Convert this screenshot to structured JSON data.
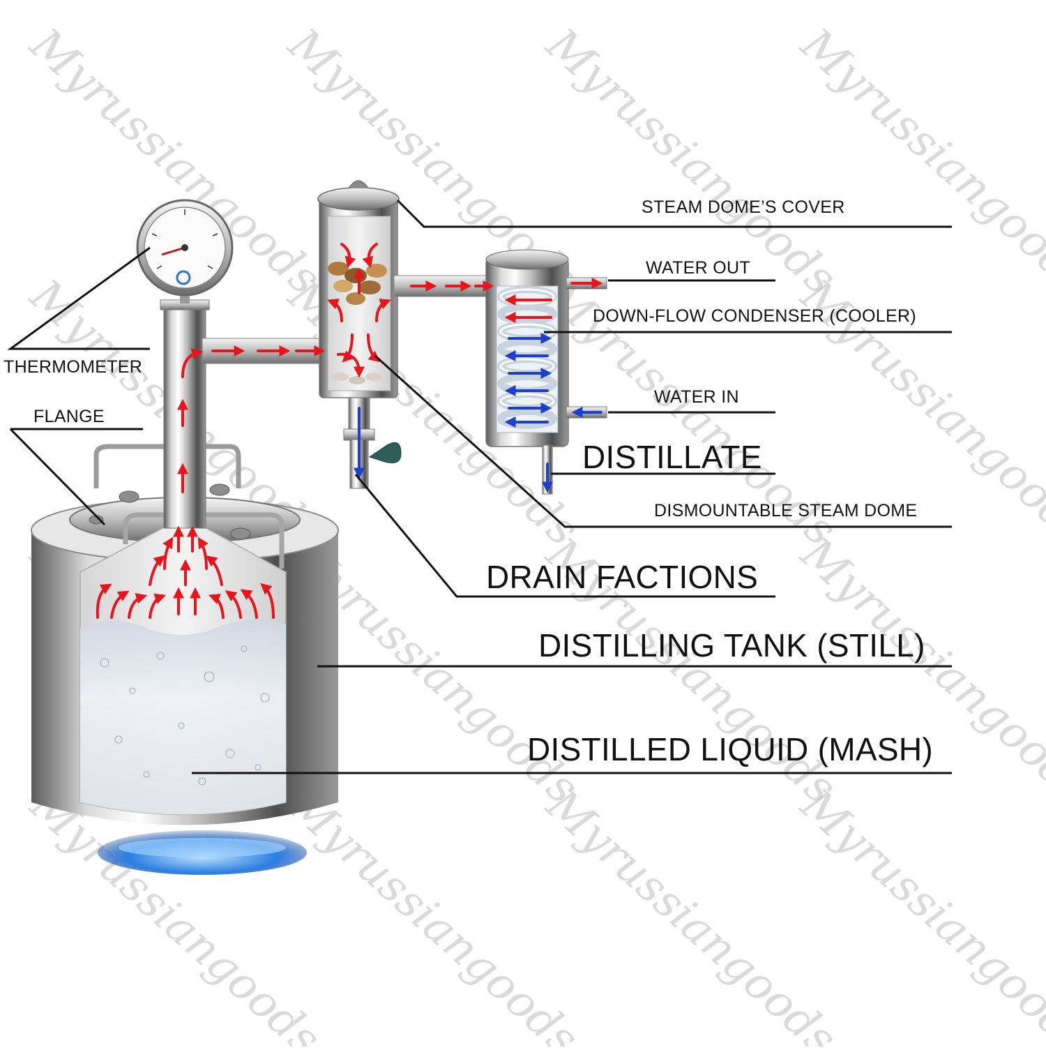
{
  "labels": {
    "steam_dome_cover": "STEAM DOME’S COVER",
    "water_out": "WATER OUT",
    "condenser": "DOWN-FLOW CONDENSER (COOLER)",
    "water_in": "WATER IN",
    "distillate": "DISTILLATE",
    "dismountable_dome": "DISMOUNTABLE STEAM DOME",
    "drain_factions": "DRAIN FACTIONS",
    "distilling_tank": "DISTILLING TANK (STILL)",
    "distilled_liquid": "DISTILLED LIQUID (MASH)",
    "thermometer": "THERMOMETER",
    "flange": "FLANGE"
  },
  "watermark": "Myrussiangoods",
  "colors": {
    "steel_light": "#f2f2f2",
    "steel_dark": "#6e6e6e",
    "steam_arrow": "#e8141b",
    "water_arrow": "#1d3fcf",
    "flame": "#2a7de1",
    "leader_line": "#111111"
  }
}
